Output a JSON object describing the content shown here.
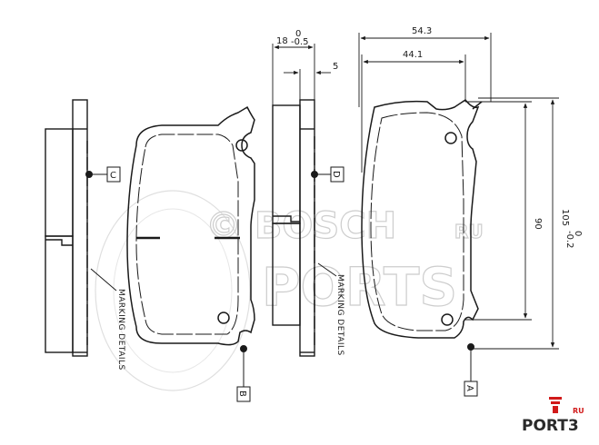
{
  "dimensions": {
    "width_outer": "54.3",
    "width_inner": "44.1",
    "thickness_main": "18",
    "thickness_tol_upper": "0",
    "thickness_tol_lower": "-0.5",
    "backplate": "5",
    "height_inner": "90",
    "height_outer": "105",
    "height_tol_upper": "0",
    "height_tol_lower": "-0.2"
  },
  "callouts": [
    "A",
    "B",
    "C",
    "D"
  ],
  "marking_label": "MARKING DETAILS",
  "watermark": {
    "brand": "© BOSCH",
    "site": "PORTS",
    "ru": "RU"
  },
  "logo": {
    "text": "PORT3",
    "ru": "RU",
    "accent_color": "#d11a1a"
  }
}
